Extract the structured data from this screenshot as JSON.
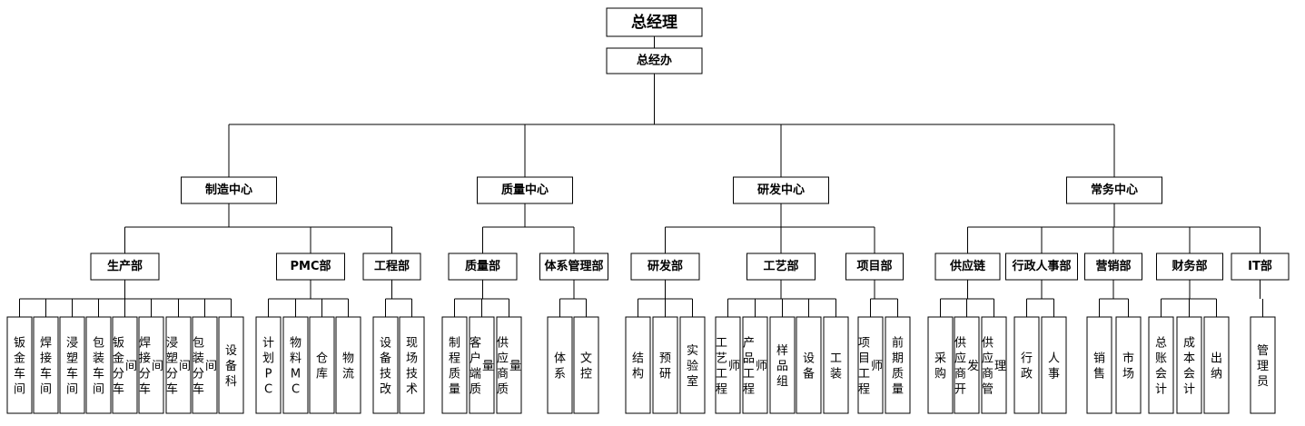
{
  "org": {
    "ceo": "总经理",
    "office": "总经办",
    "centers": [
      {
        "name": "制造中心",
        "depts": [
          {
            "name": "生产部",
            "units": [
              "钣金车间",
              "焊接车间",
              "浸塑车间",
              "包装车间",
              "钣金分车间",
              "焊接分车间",
              "浸塑分车间",
              "包装分车间",
              "设备科"
            ]
          },
          {
            "name": "PMC部",
            "units": [
              "计划PC",
              "物料MC",
              "仓库",
              "物流"
            ]
          },
          {
            "name": "工程部",
            "units": [
              "设备技改",
              "现场技术"
            ]
          }
        ]
      },
      {
        "name": "质量中心",
        "depts": [
          {
            "name": "质量部",
            "units": [
              "制程质量",
              "客户端质量",
              "供应商质量"
            ]
          },
          {
            "name": "体系管理部",
            "units": [
              "体系",
              "文控"
            ]
          }
        ]
      },
      {
        "name": "研发中心",
        "depts": [
          {
            "name": "研发部",
            "units": [
              "结构",
              "预研",
              "实验室"
            ]
          },
          {
            "name": "工艺部",
            "units": [
              "工艺工程师",
              "产品工程师",
              "样品组",
              "设备",
              "工装"
            ]
          },
          {
            "name": "项目部",
            "units": [
              "项目工程师",
              "前期质量"
            ]
          }
        ]
      },
      {
        "name": "常务中心",
        "depts": [
          {
            "name": "供应链",
            "units": [
              "采购",
              "供应商开发",
              "供应商管理"
            ]
          },
          {
            "name": "行政人事部",
            "units": [
              "行政",
              "人事"
            ]
          },
          {
            "name": "营销部",
            "units": [
              "销售",
              "市场"
            ]
          },
          {
            "name": "财务部",
            "units": [
              "总账会计",
              "成本会计",
              "出纳"
            ]
          },
          {
            "name": "IT部",
            "units": [
              "管理员"
            ]
          }
        ]
      }
    ]
  }
}
